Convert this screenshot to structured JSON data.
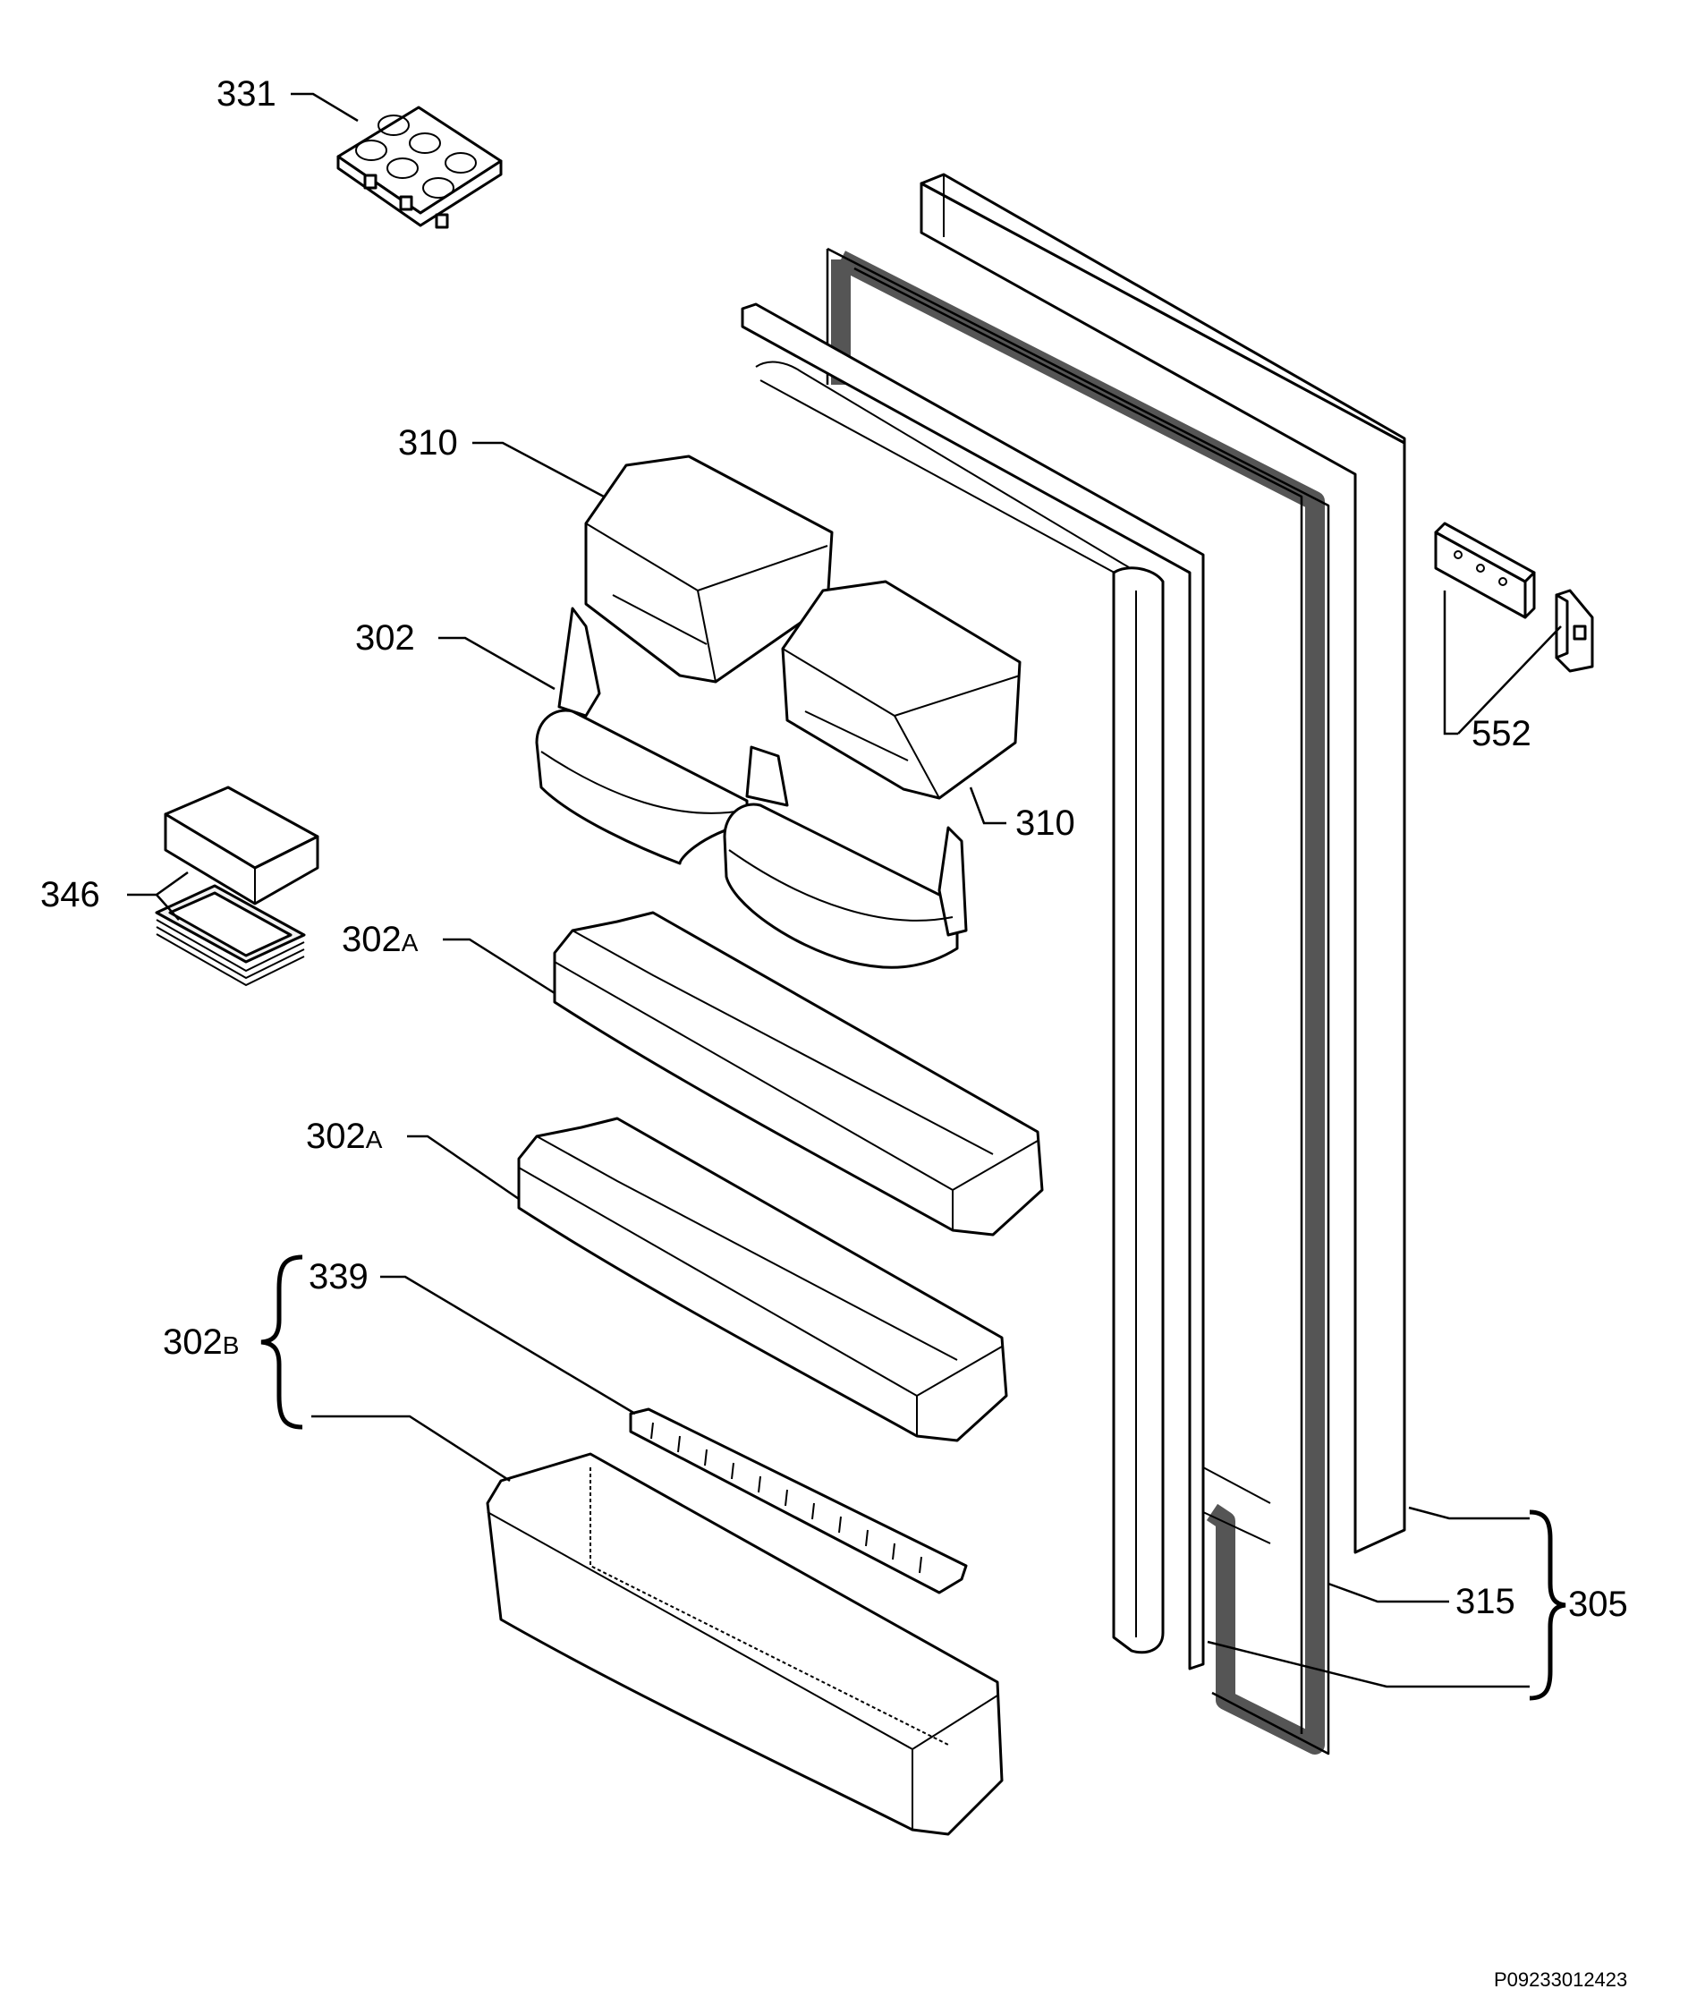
{
  "labels": {
    "egg_tray": "331",
    "butter_lid_top": "310",
    "butter_lid_right": "310",
    "shelf_small": "302",
    "ice_tray": "346",
    "bottle_shelf_1_num": "302",
    "bottle_shelf_1_suffix": "A",
    "bottle_shelf_2_num": "302",
    "bottle_shelf_2_suffix": "A",
    "bottle_rack": "339",
    "group_b_num": "302",
    "group_b_suffix": "B",
    "hinge": "552",
    "gasket": "315",
    "door_assembly": "305"
  },
  "doc_number": "P09233012423"
}
